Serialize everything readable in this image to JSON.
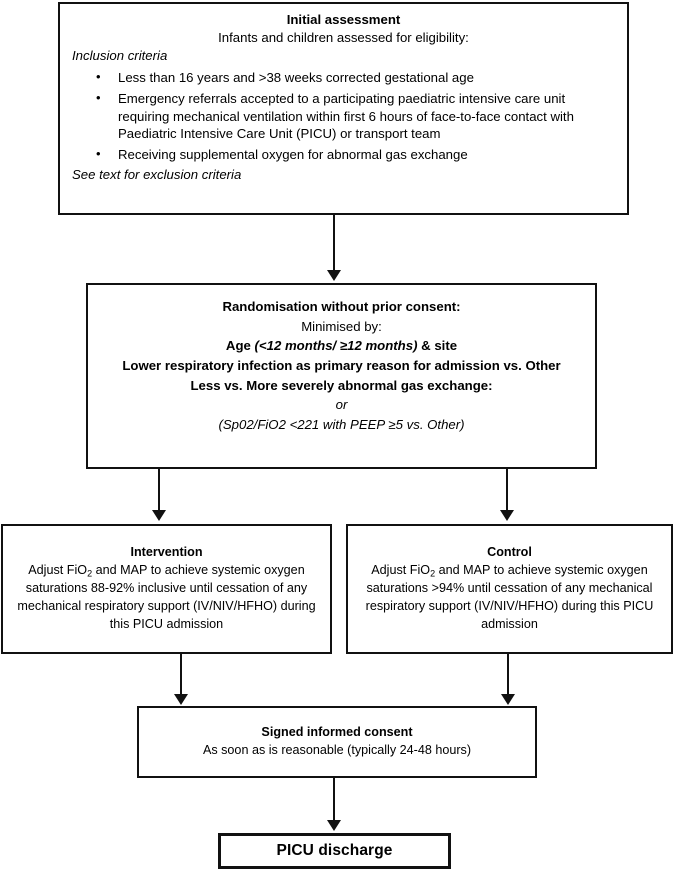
{
  "diagram": {
    "title": "PICU oxygenation trial CONSORT-style flow diagram",
    "accent_color": "#111111",
    "background_color": "#ffffff"
  },
  "boxes": {
    "initial": {
      "heading": "Initial assessment",
      "subheading": "Infants and children assessed for eligibility:",
      "criteria_label": "Inclusion criteria",
      "criteria": [
        "Less than 16 years and >38 weeks corrected gestational age",
        "Emergency referrals accepted to a participating paediatric intensive care unit requiring mechanical ventilation within first 6 hours of face-to-face contact with Paediatric Intensive Care Unit (PICU) or transport team",
        "Receiving supplemental oxygen for abnormal gas exchange"
      ],
      "exclusion_note": "See text for exclusion criteria"
    },
    "randomisation": {
      "heading": "Randomisation without prior consent:",
      "subheading": "Minimised by:",
      "line_age_bold": "Age",
      "line_age_italic": "(<12 months/ ≥12 months)",
      "line_age_tail": "& site",
      "line_infection": "Lower respiratory infection as primary reason for admission vs. Other",
      "line_severity": "Less vs. More severely abnormal gas exchange:",
      "line_or": "or",
      "line_ratio": "(Sp02/FiO2 <221 with PEEP ≥5  vs. Other)"
    },
    "intervention": {
      "heading": "Intervention",
      "body_part1": "Adjust FiO",
      "body_sub": "2",
      "body_part2": " and MAP to achieve systemic oxygen saturations 88-92% inclusive until cessation of any mechanical respiratory support (IV/NIV/HFHO) during this PICU admission"
    },
    "control": {
      "heading": "Control",
      "body_part1": "Adjust FiO",
      "body_sub": "2",
      "body_part2": " and MAP to achieve systemic oxygen saturations >94% until cessation of any mechanical respiratory support (IV/NIV/HFHO) during this PICU admission"
    },
    "consent": {
      "heading": "Signed informed consent",
      "body": "As soon as is reasonable (typically 24-48 hours)"
    },
    "discharge": {
      "heading": "PICU discharge"
    }
  },
  "connectors": [
    {
      "name": "initial-to-randomisation"
    },
    {
      "name": "randomisation-to-intervention"
    },
    {
      "name": "randomisation-to-control"
    },
    {
      "name": "intervention-to-consent"
    },
    {
      "name": "control-to-consent"
    },
    {
      "name": "consent-to-discharge"
    }
  ]
}
